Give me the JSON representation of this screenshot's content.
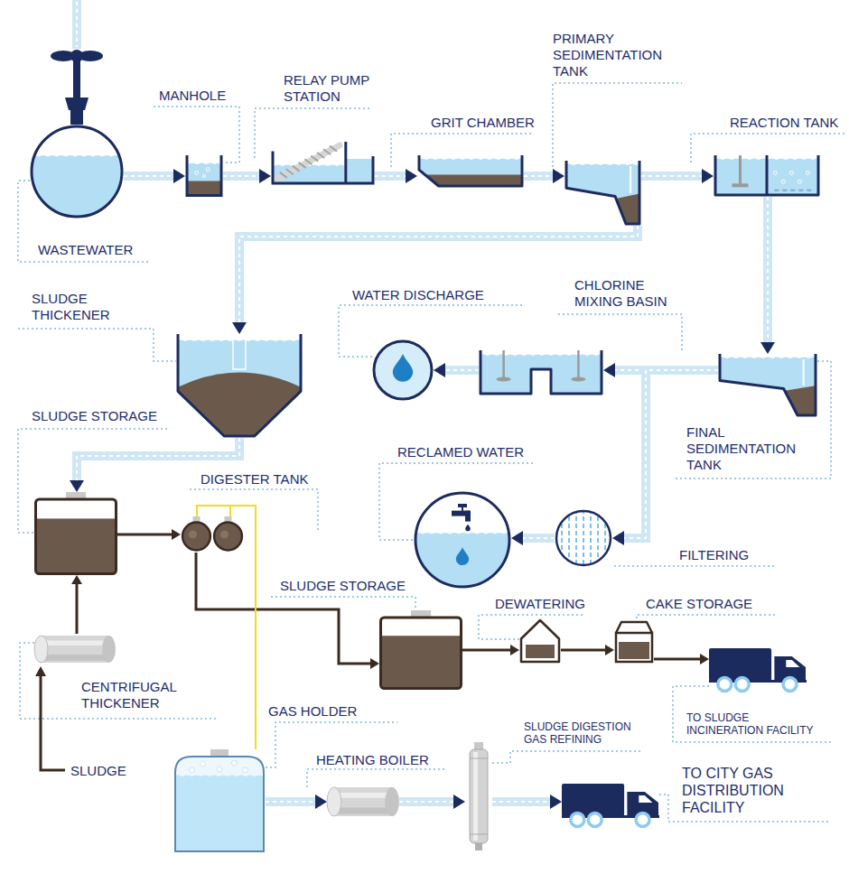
{
  "diagram": {
    "nodes": [
      {
        "text": [
          "WASTEWATER"
        ]
      },
      {
        "text": [
          "MANHOLE"
        ]
      },
      {
        "text": [
          "RELAY PUMP STATION"
        ]
      },
      {
        "text": [
          "GRIT CHAMBER"
        ]
      },
      {
        "text": [
          "PRIMARY SEDIMENTATION TANK"
        ]
      },
      {
        "text": [
          "REACTION TANK"
        ]
      },
      {
        "text": [
          "SLUDGE THICKENER"
        ]
      },
      {
        "text": [
          "WATER DISCHARGE"
        ]
      },
      {
        "text": [
          "CHLORINE MIXING BASIN"
        ]
      },
      {
        "text": [
          "FINAL SEDIMENTATION TANK"
        ]
      },
      {
        "text": [
          "SLUDGE STORAGE"
        ]
      },
      {
        "text": [
          "DIGESTER TANK"
        ]
      },
      {
        "text": [
          "RECLAMED WATER"
        ]
      },
      {
        "text": [
          "FILTERING"
        ]
      },
      {
        "text": [
          "SLUDGE STORAGE"
        ]
      },
      {
        "text": [
          "DEWATERING"
        ]
      },
      {
        "text": [
          "CAKE STORAGE"
        ]
      },
      {
        "text": [
          "CENTRIFUGAL THICKENER"
        ]
      },
      {
        "text": [
          "GAS HOLDER"
        ]
      },
      {
        "text": [
          "HEATING BOILER"
        ]
      },
      {
        "text": [
          "SLUDGE DIGESTION GAS REFINING"
        ]
      },
      {
        "text": [
          "TO SLUDGE INCINERATION FACILITY"
        ]
      },
      {
        "text": [
          "TO CITY GAS DISTRIBUTION FACILITY"
        ]
      }
    ],
    "edges": [
      {
        "from": 0,
        "to": 1,
        "arrow": "to"
      },
      {
        "from": 1,
        "to": 2,
        "arrow": "to"
      },
      {
        "from": 2,
        "to": 3,
        "arrow": "to"
      },
      {
        "from": 3,
        "to": 4,
        "arrow": "to"
      },
      {
        "from": 4,
        "to": 5,
        "arrow": "to"
      },
      {
        "from": 4,
        "to": 6,
        "arrow": "to"
      },
      {
        "from": 5,
        "to": 9,
        "arrow": "to"
      },
      {
        "from": 9,
        "to": 8,
        "arrow": "to"
      },
      {
        "from": 8,
        "to": 7,
        "arrow": "to"
      },
      {
        "from": 9,
        "to": 13,
        "arrow": "to"
      },
      {
        "from": 13,
        "to": 12,
        "arrow": "to"
      },
      {
        "from": 6,
        "to": 10,
        "arrow": "to"
      },
      {
        "from": 17,
        "to": 10,
        "arrow": "to"
      },
      {
        "from": 10,
        "to": 11,
        "arrow": "to"
      },
      {
        "from": 11,
        "to": 14,
        "arrow": "to"
      },
      {
        "from": 14,
        "to": 15,
        "arrow": "to"
      },
      {
        "from": 15,
        "to": 16,
        "arrow": "to"
      },
      {
        "from": 16,
        "to": 21,
        "arrow": "to"
      },
      {
        "from": 11,
        "to": 18,
        "arrow": "none"
      },
      {
        "from": 18,
        "to": 19,
        "arrow": "to"
      },
      {
        "from": 19,
        "to": 20,
        "arrow": "to"
      },
      {
        "from": 20,
        "to": 22,
        "arrow": "to"
      }
    ],
    "labels": [
      "SLUDGE"
    ]
  }
}
